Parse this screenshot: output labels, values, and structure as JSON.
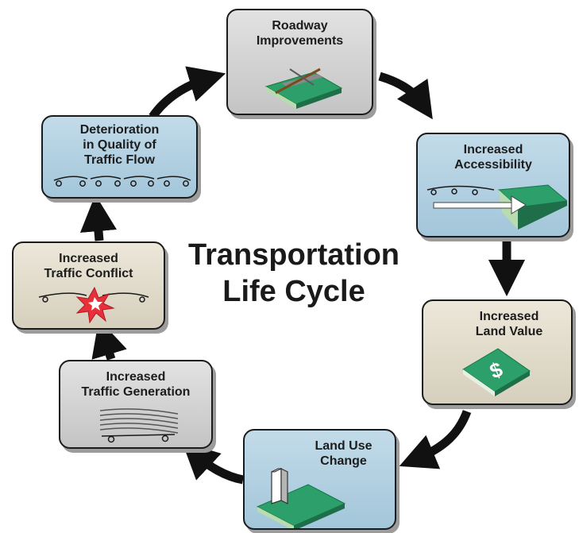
{
  "title": {
    "line1": "Transportation",
    "line2": "Life Cycle"
  },
  "nodes": [
    {
      "label": "Roadway\nImprovements",
      "icon": "road-construction-icon"
    },
    {
      "label": "Increased\nAccessibility",
      "icon": "arrow-to-road-icon"
    },
    {
      "label": "Increased\nLand Value",
      "icon": "dollar-on-land-icon"
    },
    {
      "label": "Land Use\nChange",
      "icon": "building-on-land-icon"
    },
    {
      "label": "Increased\nTraffic Generation",
      "icon": "traffic-lines-icon"
    },
    {
      "label": "Increased\nTraffic Conflict",
      "icon": "collision-icon"
    },
    {
      "label": "Deterioration\nin Quality of\nTraffic Flow",
      "icon": "congested-traffic-icon"
    }
  ],
  "colors": {
    "blue_box": "#aecbdd",
    "grey_box": "#d2d2d2",
    "beige_box": "#ddd6c6",
    "arrow": "#111111",
    "land_green": "#2c9f6a"
  }
}
